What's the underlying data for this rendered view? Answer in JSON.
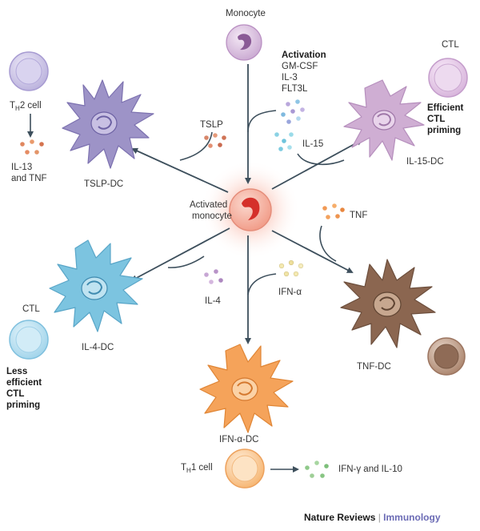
{
  "center": {
    "label_line1": "Activated",
    "label_line2": "monocyte"
  },
  "monocyte": {
    "label": "Monocyte"
  },
  "activation": {
    "title": "Activation",
    "factors": [
      "GM-CSF",
      "IL-3",
      "FLT3L"
    ],
    "il15": "IL-15"
  },
  "tslp_branch": {
    "cytokine": "TSLP",
    "dc_label": "TSLP-DC",
    "th2_prefix": "T",
    "th2_sub": "H",
    "th2_suffix": "2 cell",
    "outputs_line1": "IL-13",
    "outputs_line2": "and TNF"
  },
  "il15_branch": {
    "ctl_label": "CTL",
    "priming_line1": "Efficient",
    "priming_line2": "CTL",
    "priming_line3": "priming",
    "dc_label": "IL-15-DC"
  },
  "tnf_branch": {
    "cytokine": "TNF",
    "dc_label": "TNF-DC"
  },
  "il4_branch": {
    "cytokine": "IL-4",
    "dc_label": "IL-4-DC",
    "ctl_label": "CTL",
    "priming_line1": "Less",
    "priming_line2": "efficient",
    "priming_line3": "CTL",
    "priming_line4": "priming"
  },
  "ifn_branch": {
    "cytokine": "IFN-α",
    "dc_label": "IFN-α-DC",
    "th1_prefix": "T",
    "th1_sub": "H",
    "th1_suffix": "1 cell",
    "outputs": "IFN-γ and IL-10"
  },
  "footer": {
    "journal": "Nature Reviews",
    "separator": " | ",
    "section": "Immunology"
  },
  "colors": {
    "purple_dc": "#9d93c7",
    "lilac_dc": "#cfaed3",
    "blue_dc": "#7cc4e0",
    "brown_dc": "#8b6650",
    "orange_dc": "#f5a35a",
    "center_red": "#e8453a",
    "arrow": "#3d4f5c",
    "footer_accent": "#6b6bb5"
  }
}
